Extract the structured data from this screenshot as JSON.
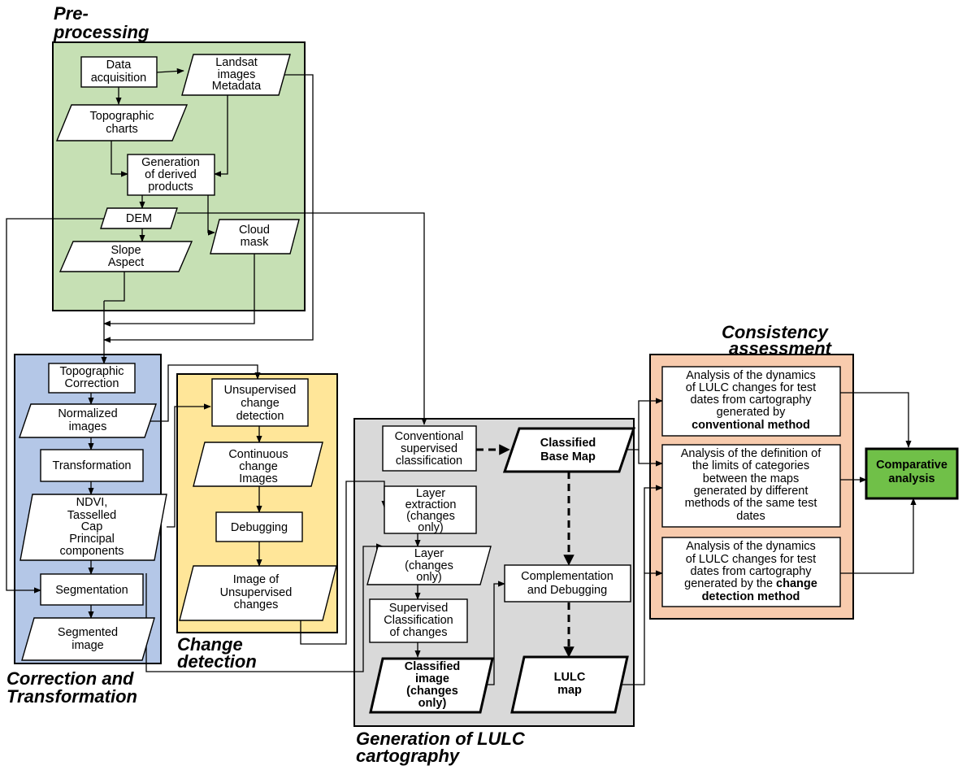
{
  "groups": {
    "preprocessing": {
      "title_lines": [
        "Pre-",
        "processing"
      ],
      "color": "#c6e0b4"
    },
    "correction": {
      "title_lines": [
        "Correction and",
        "Transformation"
      ],
      "color": "#b4c7e7"
    },
    "change_detection": {
      "title_lines": [
        "Change",
        "detection"
      ],
      "color": "#ffe699"
    },
    "lulc": {
      "title_lines": [
        "Generation of LULC",
        "cartography"
      ],
      "color": "#d9d9d9"
    },
    "consistency": {
      "title_lines": [
        "Consistency",
        "assessment"
      ],
      "color": "#f8cbad"
    }
  },
  "nodes": {
    "data_acquisition": [
      "Data",
      "acquisition"
    ],
    "landsat": [
      "Landsat",
      "images",
      "Metadata"
    ],
    "topo_charts": [
      "Topographic",
      "charts"
    ],
    "derived_products": [
      "Generation",
      "of derived",
      "products"
    ],
    "dem": [
      "DEM"
    ],
    "slope_aspect": [
      "Slope",
      "Aspect"
    ],
    "cloud_mask": [
      "Cloud",
      "mask"
    ],
    "topo_correction": [
      "Topographic",
      "Correction"
    ],
    "normalized": [
      "Normalized",
      "images"
    ],
    "transformation": [
      "Transformation"
    ],
    "indices": [
      "NDVI,",
      "Tasselled",
      "Cap",
      "Principal",
      "components"
    ],
    "segmentation": [
      "Segmentation"
    ],
    "segmented": [
      "Segmented",
      "image"
    ],
    "unsup_change": [
      "Unsupervised",
      "change",
      "detection"
    ],
    "continuous_change": [
      "Continuous",
      "change",
      "Images"
    ],
    "debugging": [
      "Debugging"
    ],
    "unsup_image": [
      "Image of",
      "Unsupervised",
      "changes"
    ],
    "conventional": [
      "Conventional",
      "supervised",
      "classification"
    ],
    "base_map": [
      "Classified",
      "Base Map"
    ],
    "layer_extraction": [
      "Layer",
      "extraction",
      "(changes",
      "only)"
    ],
    "layer": [
      "Layer",
      "(changes",
      "only)"
    ],
    "sup_class": [
      "Supervised",
      "Classification",
      "of changes"
    ],
    "classified_image": [
      "Classified",
      "image",
      "(changes",
      "only)"
    ],
    "complementation": [
      "Complementation",
      "and Debugging"
    ],
    "lulc_map": [
      "LULC",
      "map"
    ],
    "analysis1": [
      "Analysis of the dynamics",
      "of LULC changes for test",
      "dates from cartography",
      "generated by"
    ],
    "analysis1_bold": "conventional method",
    "analysis2": [
      "Analysis of the definition of",
      "the limits of categories",
      "between the maps",
      "generated by different",
      "methods of the same test",
      "dates"
    ],
    "analysis3": [
      "Analysis of the dynamics",
      "of LULC changes for test",
      "dates from cartography"
    ],
    "analysis3_last_plain": "generated by the ",
    "analysis3_last_bold": "change",
    "analysis3_bold_line": "detection method",
    "comparative": [
      "Comparative",
      "analysis"
    ]
  },
  "colors": {
    "comparative_fill": "#70c048"
  }
}
